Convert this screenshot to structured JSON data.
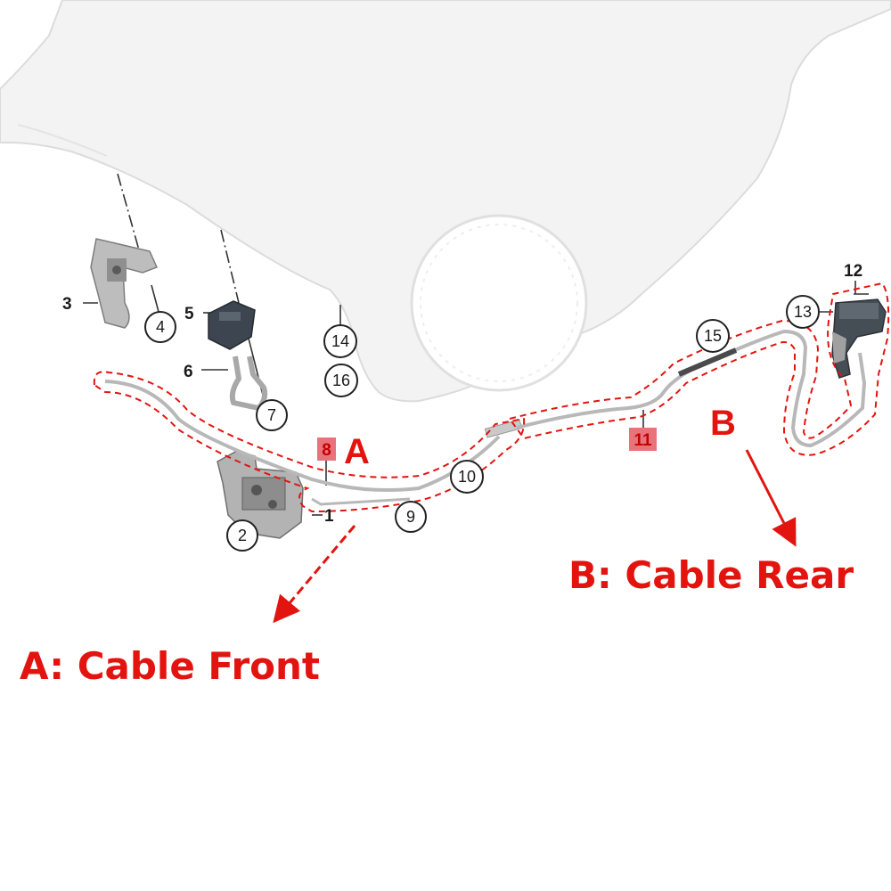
{
  "callouts": {
    "c1": "1",
    "c2": "2",
    "c3": "3",
    "c4": "4",
    "c5": "5",
    "c6": "6",
    "c7": "7",
    "c8": "8",
    "c9": "9",
    "c10": "10",
    "c11": "11",
    "c12": "12",
    "c13": "13",
    "c14": "14",
    "c15": "15",
    "c16": "16"
  },
  "markers": {
    "a": "A",
    "b": "B"
  },
  "captions": {
    "front": "A: Cable Front",
    "rear": "B: Cable Rear"
  },
  "colors": {
    "accent_red": "#e3140f",
    "highlight_box": "#e8737a",
    "hood_fill": "#f2f2f2",
    "part_gray": "#9a9a9a",
    "cable_gray": "#b5b5b5"
  }
}
